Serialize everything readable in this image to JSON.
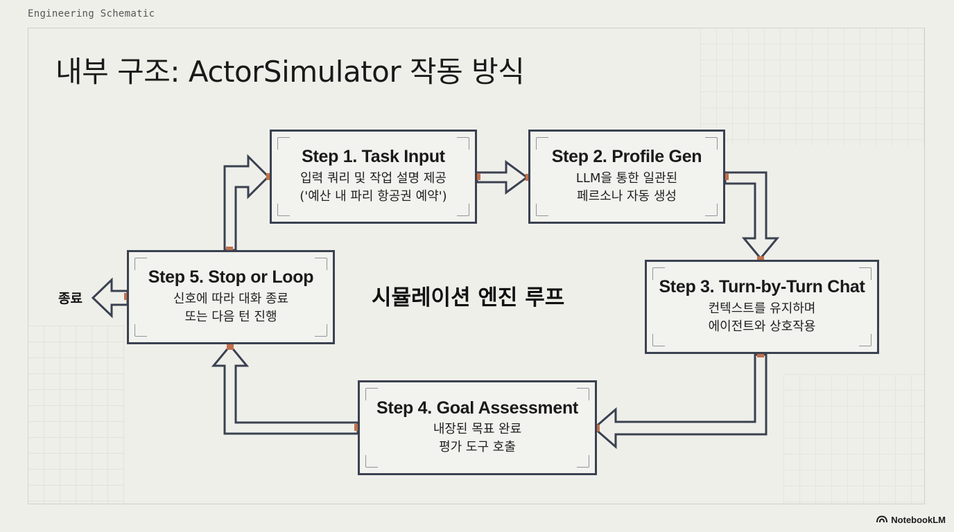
{
  "header": {
    "label": "Engineering Schematic"
  },
  "title": "내부 구조: ActorSimulator 작동 방식",
  "center_label": "시뮬레이션 엔진 루프",
  "end_label": "종료",
  "colors": {
    "box_border": "#3a4150",
    "connector": "#c0704a",
    "background": "#efefea"
  },
  "steps": [
    {
      "title": "Step 1. Task Input",
      "desc": [
        "입력 쿼리 및 작업 설명 제공",
        "('예산 내 파리 항공권 예약')"
      ]
    },
    {
      "title": "Step 2. Profile Gen",
      "desc": [
        "LLM을 통한 일관된",
        "페르소나 자동 생성"
      ]
    },
    {
      "title": "Step 3. Turn-by-Turn Chat",
      "desc": [
        "컨텍스트를 유지하며",
        "에이전트와 상호작용"
      ]
    },
    {
      "title": "Step 4. Goal Assessment",
      "desc": [
        "내장된 목표 완료",
        "평가 도구 호출"
      ]
    },
    {
      "title": "Step 5. Stop or Loop",
      "desc": [
        "신호에 따라 대화 종료",
        "또는 다음 턴 진행"
      ]
    }
  ],
  "brand": {
    "name": "NotebookLM",
    "icon": "notebooklm-logo-icon"
  }
}
